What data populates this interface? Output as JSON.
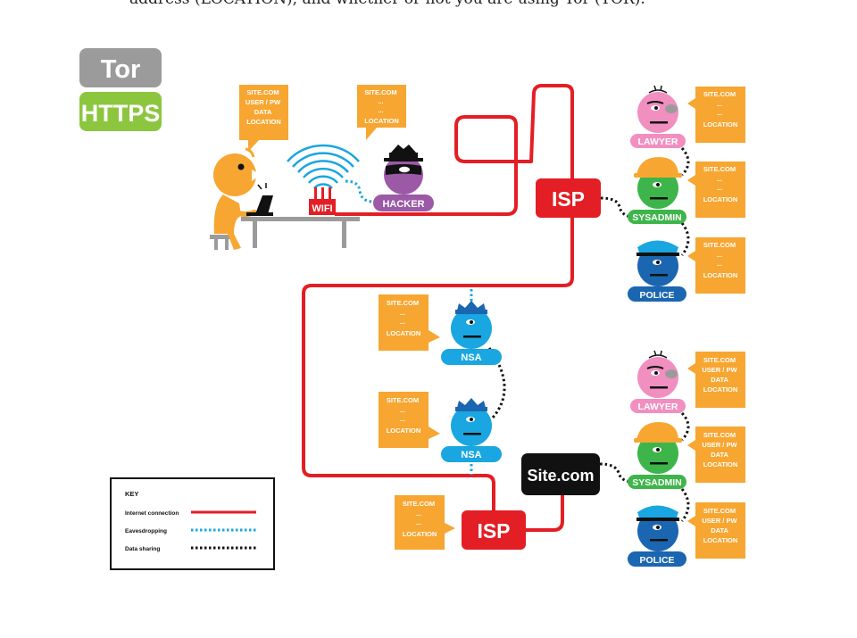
{
  "intro_text": "address (LOCATION), and whether or not you are using Tor (TOR).",
  "toggles": {
    "tor": {
      "label": "Tor",
      "color": "#9b9b9b"
    },
    "https": {
      "label": "HTTPS",
      "color": "#8cc63f"
    }
  },
  "colors": {
    "orange": "#f7a631",
    "red": "#e31e24",
    "cyan": "#1aa6e0",
    "purple": "#9b59a6",
    "pink": "#f18fc0",
    "green": "#3db54a",
    "blue": "#1b66b1",
    "black": "#111111"
  },
  "labels": {
    "wifi": "WIFI",
    "hacker": "HACKER",
    "isp": "ISP",
    "site": "Site.com",
    "lawyer": "LAWYER",
    "sysadmin": "SYSADMIN",
    "police": "POLICE",
    "nsa": "NSA"
  },
  "bubbles": {
    "user": [
      "SITE.COM",
      "USER / PW",
      "DATA",
      "LOCATION"
    ],
    "hacker": [
      "SITE.COM",
      "...",
      "...",
      "LOCATION"
    ],
    "top_lawyer": [
      "SITE.COM",
      "...",
      "...",
      "LOCATION"
    ],
    "top_sysadmin": [
      "SITE.COM",
      "...",
      "...",
      "LOCATION"
    ],
    "top_police": [
      "SITE.COM",
      "...",
      "...",
      "LOCATION"
    ],
    "nsa_top": [
      "SITE.COM",
      "...",
      "...",
      "LOCATION"
    ],
    "nsa_bottom": [
      "SITE.COM",
      "...",
      "...",
      "LOCATION"
    ],
    "isp_bottom": [
      "SITE.COM",
      "...",
      "...",
      "LOCATION"
    ],
    "bottom_lawyer": [
      "SITE.COM",
      "USER / PW",
      "DATA",
      "LOCATION"
    ],
    "bottom_sysadmin": [
      "SITE.COM",
      "USER / PW",
      "DATA",
      "LOCATION"
    ],
    "bottom_police": [
      "SITE.COM",
      "USER / PW",
      "DATA",
      "LOCATION"
    ]
  },
  "key": {
    "title": "KEY",
    "items": [
      {
        "label": "Internet connection"
      },
      {
        "label": "Eavesdropping"
      },
      {
        "label": "Data sharing"
      }
    ]
  }
}
